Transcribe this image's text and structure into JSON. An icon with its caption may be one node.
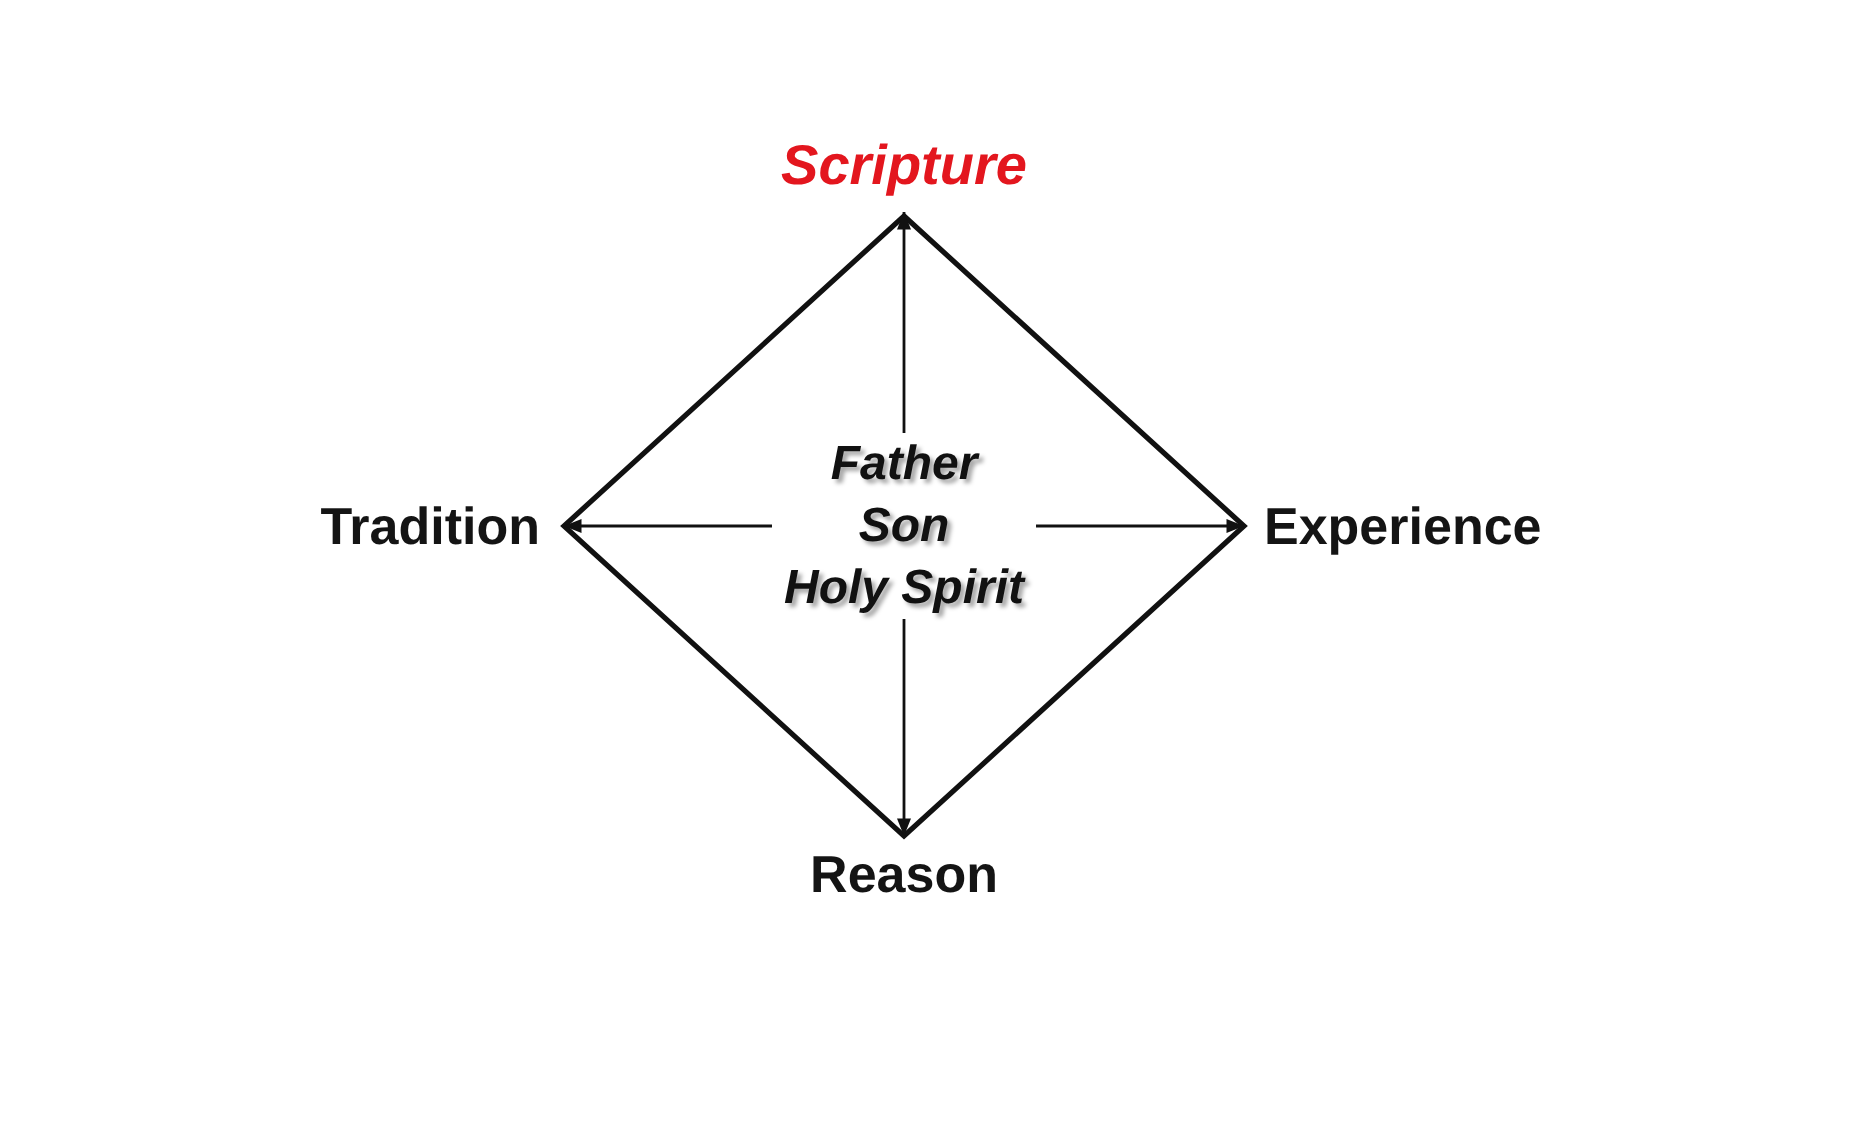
{
  "diagram": {
    "nodes": [
      {
        "text": [
          "Scripture"
        ]
      },
      {
        "text": [
          "Tradition"
        ]
      },
      {
        "text": [],
        "shape": "diamond"
      },
      {
        "text": [
          "Father",
          "Son",
          "Holy Spirit"
        ],
        "in": 2
      },
      {
        "text": [
          "Experience"
        ]
      },
      {
        "text": [
          "Reason"
        ]
      }
    ],
    "edges": [
      {
        "from": 3,
        "to": 0,
        "arrow": "to"
      },
      {
        "from": 3,
        "to": 1,
        "arrow": "to"
      },
      {
        "from": 3,
        "to": 4,
        "arrow": "to"
      },
      {
        "from": 3,
        "to": 5,
        "arrow": "to"
      }
    ]
  }
}
